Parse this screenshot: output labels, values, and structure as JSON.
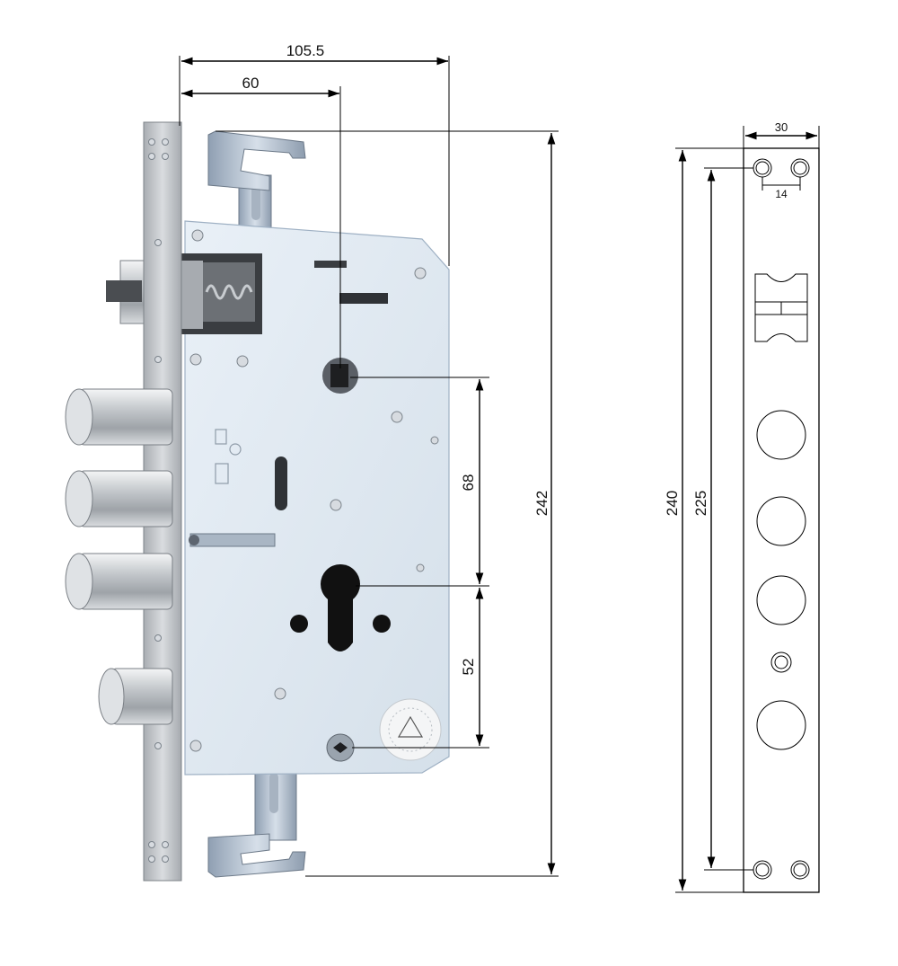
{
  "lock_body": {
    "dimensions": {
      "overall_width": "105.5",
      "backset": "60",
      "height": "242",
      "spindle_to_cylinder": "68",
      "cylinder_to_lower_spindle": "52"
    }
  },
  "faceplate": {
    "dimensions": {
      "width": "30",
      "hole_spacing": "14",
      "length": "240",
      "mount_center_distance": "225"
    }
  },
  "colors": {
    "body_plate": "#dfe8f1",
    "faceplate": "#c9ccd0",
    "bolt": "#c8cbcf",
    "line": "#000000"
  }
}
